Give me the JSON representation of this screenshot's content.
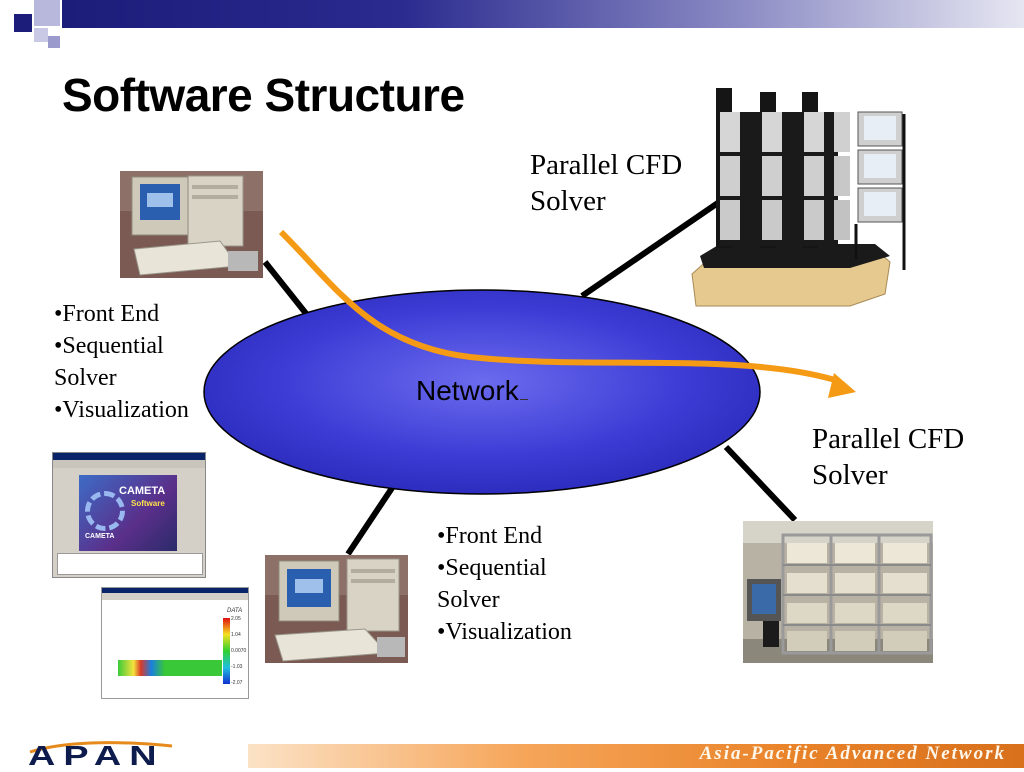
{
  "slide": {
    "title": "Software Structure"
  },
  "network": {
    "label": "Network"
  },
  "labels": {
    "top_right": [
      "Parallel CFD",
      "Solver"
    ],
    "bottom_right": [
      "Parallel CFD",
      "Solver"
    ]
  },
  "left_bullets": [
    "•Front End",
    "•Sequential",
    "Solver",
    "•Visualization"
  ],
  "bottom_bullets": [
    "•Front End",
    "•Sequential",
    "Solver",
    "•Visualization"
  ],
  "screens": {
    "cameta_title": "CAMETA",
    "cameta_subtitle": "Software",
    "cameta_footer": "CAMETA",
    "plot_title": "DATA",
    "plot_ticks": [
      "2.05",
      "1.04",
      "0.0070",
      "-1.03",
      "-2.07"
    ]
  },
  "footer": {
    "logo_text": "APAN",
    "tagline": "Asia-Pacific Advanced Network"
  },
  "colors": {
    "header_dark": "#1c1c7a",
    "network_fill": "#3535c8",
    "arrow": "#f59a14",
    "footer_orange": "#e9832a"
  },
  "icons": [
    "desktop-computer",
    "pc-cluster",
    "server-rack"
  ]
}
